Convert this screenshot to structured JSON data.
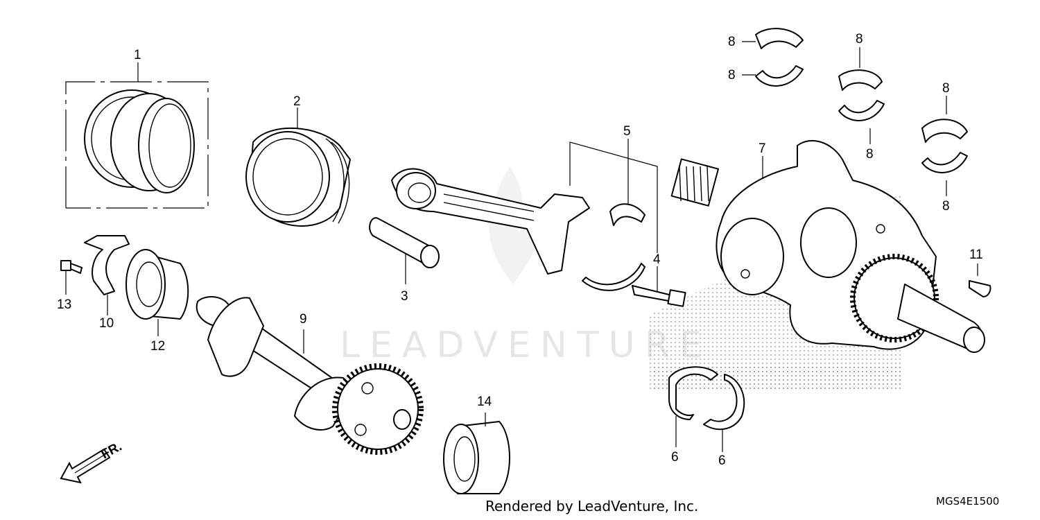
{
  "watermark": "LEADVENTURE",
  "credit": "Rendered by LeadVenture, Inc.",
  "diagram_code": "MGS4E1500",
  "front_indicator": "FR.",
  "callouts": {
    "piston_rings": "1",
    "piston": "2",
    "piston_pin": "3",
    "bolt_4": "4",
    "connecting_rod": "5",
    "bearing_6a": "6",
    "bearing_6b": "6",
    "crankshaft": "7",
    "bearing_8a": "8",
    "bearing_8b": "8",
    "bearing_8c": "8",
    "bearing_8d": "8",
    "bearing_8e": "8",
    "bearing_8f": "8",
    "balancer_shaft": "9",
    "setting_plate": "10",
    "key": "11",
    "ball_bearing_12": "12",
    "bolt_13": "13",
    "ball_bearing_14": "14"
  }
}
